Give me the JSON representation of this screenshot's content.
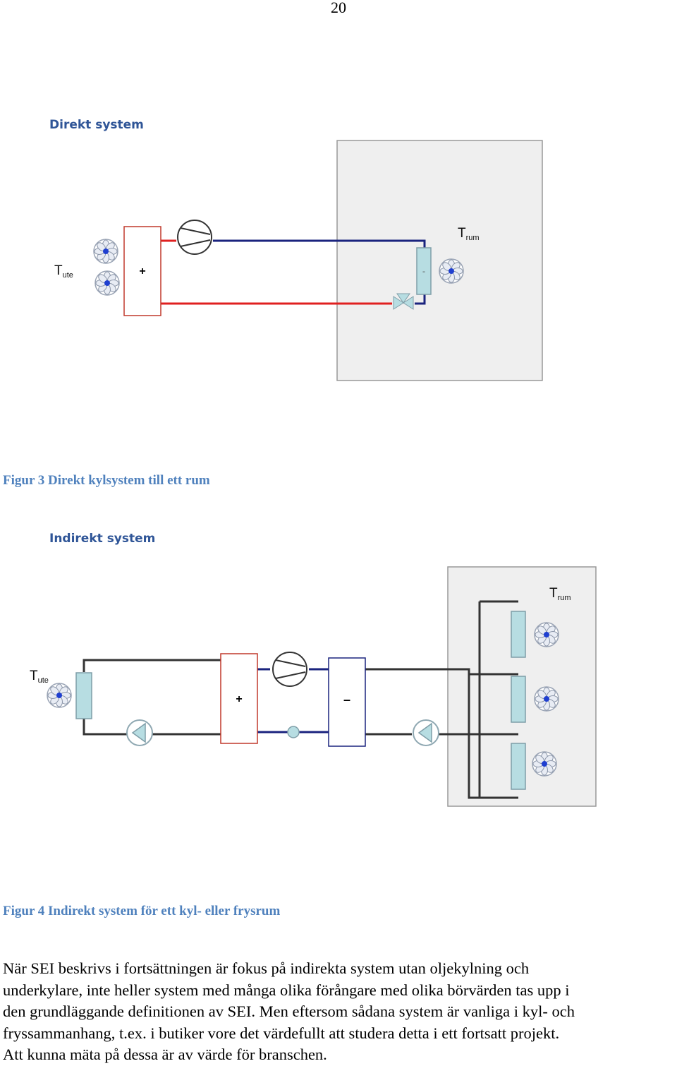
{
  "page_number": "20",
  "figure3": {
    "diagram_title": "Direkt system",
    "t_ute": {
      "main": "T",
      "sub": "ute"
    },
    "t_rum": {
      "main": "T",
      "sub": "rum"
    },
    "condenser_sign": "+",
    "evaporator_sign": "-",
    "caption": "Figur 3 Direkt kylsystem till ett rum"
  },
  "figure4": {
    "diagram_title": "Indirekt system",
    "t_ute": {
      "main": "T",
      "sub": "ute"
    },
    "t_rum": {
      "main": "T",
      "sub": "rum"
    },
    "condenser_sign": "+",
    "evaporator_sign": "–",
    "caption": "Figur 4 Indirekt system för ett kyl- eller frysrum"
  },
  "body_lines": [
    "När SEI beskrivs i fortsättningen är fokus på indirekta system utan oljekylning och",
    "underkylare, inte heller system med många olika förångare med olika börvärden tas upp i",
    "den grundläggande definitionen av SEI. Men eftersom sådana system är vanliga i kyl- och",
    "fryssammanhang, t.ex. i butiker vore det värdefullt att studera detta i ett fortsatt projekt.",
    "Att kunna mäta på dessa är av värde för branschen."
  ],
  "colors": {
    "caption": "#4f81bd",
    "diagram_title": "#2f5597",
    "hot_line": "#e02020",
    "cold_line": "#1a237e",
    "brine_line": "#333333",
    "room_fill": "#efefef",
    "coil_fill": "#b7dde2"
  },
  "icons": [
    "fan-icon",
    "compressor-icon",
    "expansion-valve-icon",
    "pump-icon"
  ]
}
